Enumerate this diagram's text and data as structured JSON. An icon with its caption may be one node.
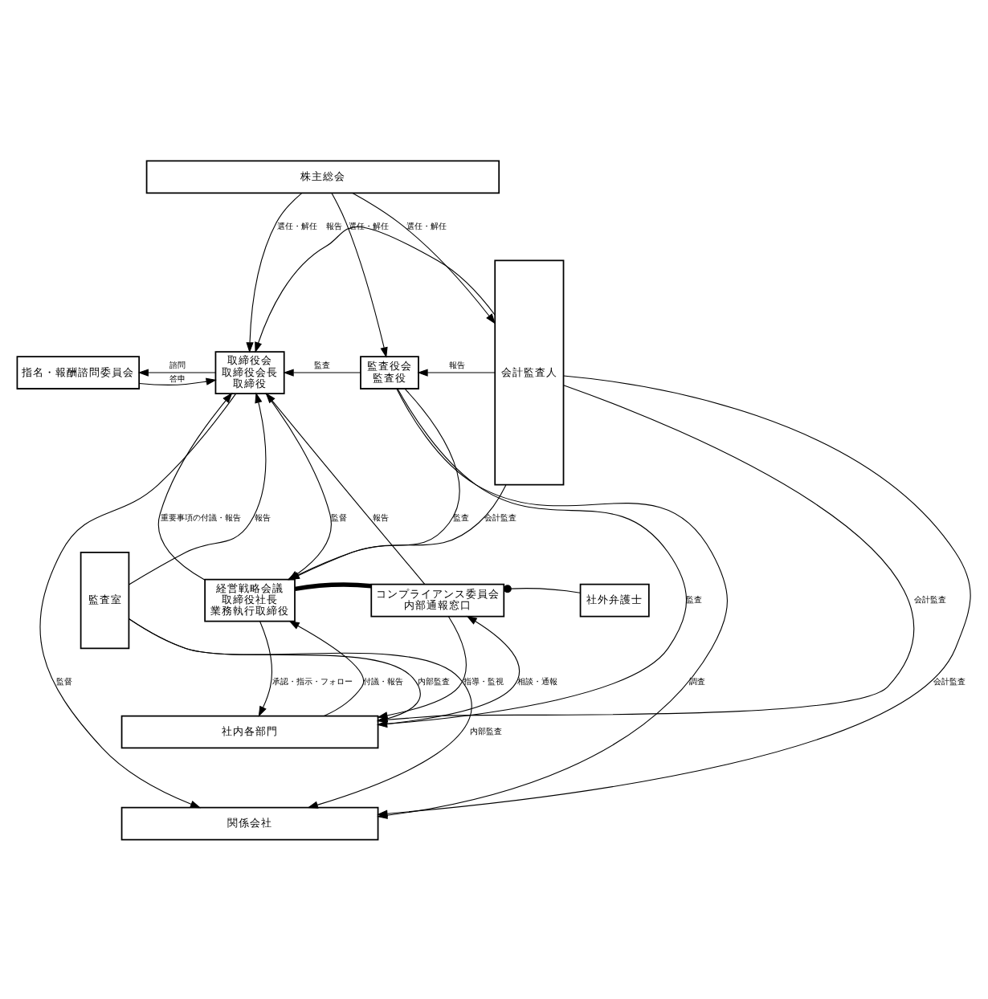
{
  "diagram": {
    "nodes": [
      {
        "text": [
          "株主総会"
        ]
      },
      {
        "text": [
          "取締役会",
          "取締役会長",
          "取締役"
        ]
      },
      {
        "text": [
          "監査役会",
          "監査役"
        ]
      },
      {
        "text": [
          "会計監査人"
        ]
      },
      {
        "text": [
          "指名・報酬諮問委員会"
        ]
      },
      {
        "text": [
          "監査室"
        ]
      },
      {
        "text": [
          "経営戦略会議",
          "取締役社長",
          "業務執行取締役"
        ]
      },
      {
        "text": [
          "コンプライアンス委員会",
          "内部通報窓口"
        ]
      },
      {
        "text": [
          "社外弁護士"
        ]
      },
      {
        "text": [
          "社内各部門"
        ]
      },
      {
        "text": [
          "関係会社"
        ]
      }
    ],
    "edges": [
      {
        "from": 0,
        "to": 1,
        "arrow": "to",
        "label": "選任・解任"
      },
      {
        "from": 0,
        "to": 2,
        "arrow": "to",
        "label": "選任・解任"
      },
      {
        "from": 0,
        "to": 3,
        "arrow": "to",
        "label": "選任・解任"
      },
      {
        "from": 1,
        "to": 4,
        "arrow": "to",
        "label": "諮問"
      },
      {
        "from": 4,
        "to": 1,
        "arrow": "to",
        "label": "答申"
      },
      {
        "from": 5,
        "to": 1,
        "arrow": "to",
        "label": "報告"
      },
      {
        "from": 2,
        "to": 1,
        "arrow": "to",
        "label": "監査"
      },
      {
        "from": 3,
        "to": 2,
        "arrow": "to",
        "label": "報告"
      },
      {
        "from": 6,
        "to": 1,
        "arrow": "to",
        "label": "重要事項の付議・報告"
      },
      {
        "from": 1,
        "to": 6,
        "arrow": "to",
        "label": "監督"
      },
      {
        "from": 7,
        "to": 1,
        "arrow": "to",
        "label": "報告"
      },
      {
        "from": 3,
        "to": 1,
        "arrow": "to",
        "label": "報告"
      },
      {
        "from": 6,
        "to": 7,
        "arrow": "none",
        "style": "thick"
      },
      {
        "from": 2,
        "to": 6,
        "arrow": "to",
        "label": "監査"
      },
      {
        "from": 3,
        "to": 6,
        "arrow": "to",
        "label": "会計監査"
      },
      {
        "from": 8,
        "to": 7,
        "arrow": "other"
      },
      {
        "from": 6,
        "to": 9,
        "arrow": "to",
        "label": "承認・指示・フォロー"
      },
      {
        "from": 9,
        "to": 6,
        "arrow": "to",
        "label": "付議・報告"
      },
      {
        "from": 7,
        "to": 9,
        "arrow": "to",
        "label": "指導・監視"
      },
      {
        "from": 9,
        "to": 7,
        "arrow": "to",
        "label": "相談・通報"
      },
      {
        "from": 2,
        "to": 9,
        "arrow": "to",
        "label": "監査"
      },
      {
        "from": 3,
        "to": 9,
        "arrow": "to",
        "label": "会計監査"
      },
      {
        "from": 5,
        "to": 9,
        "arrow": "to",
        "label": "内部監査"
      },
      {
        "from": 1,
        "to": 10,
        "arrow": "to",
        "label": "監督"
      },
      {
        "from": 5,
        "to": 10,
        "arrow": "to",
        "label": "内部監査"
      },
      {
        "from": 2,
        "to": 10,
        "arrow": "to",
        "label": "調査"
      },
      {
        "from": 3,
        "to": 10,
        "arrow": "to",
        "label": "会計監査"
      }
    ]
  }
}
